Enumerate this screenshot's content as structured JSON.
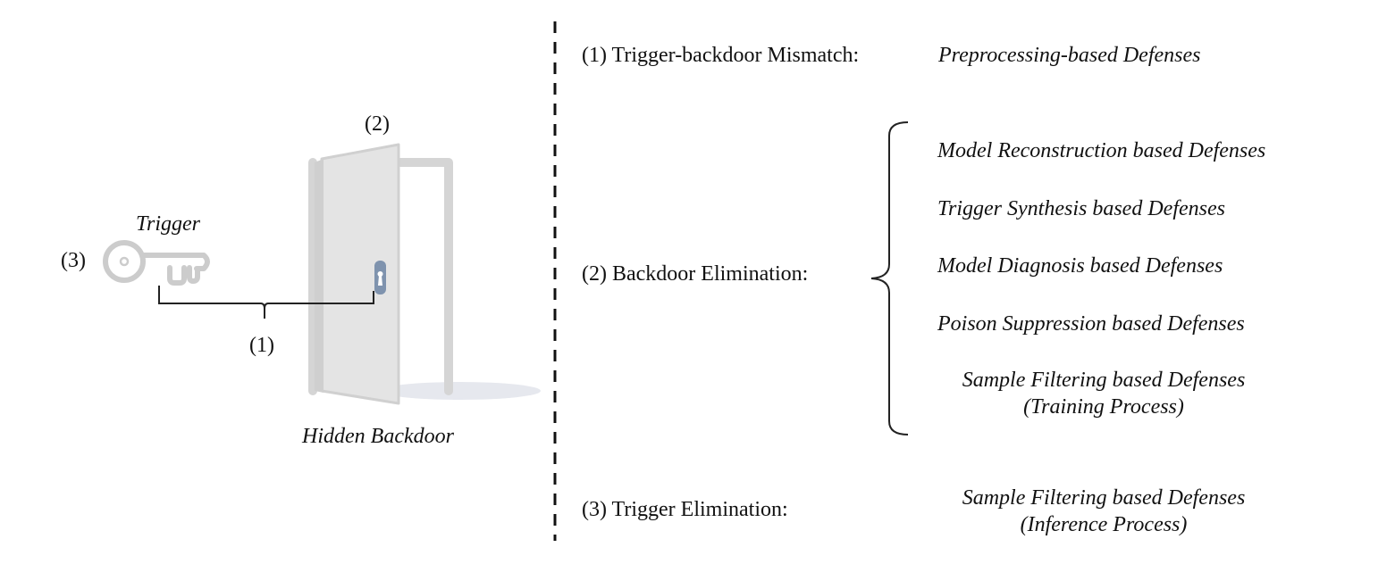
{
  "illustration": {
    "trigger_label": "Trigger",
    "backdoor_label": "Hidden Backdoor",
    "marker_1": "(1)",
    "marker_2": "(2)",
    "marker_3": "(3)",
    "key_icon": "key-icon",
    "door_icon": "open-door-icon"
  },
  "categories": [
    {
      "label": "(1) Trigger-backdoor Mismatch:",
      "defenses": [
        {
          "line1": "Preprocessing-based Defenses"
        }
      ]
    },
    {
      "label": "(2) Backdoor Elimination:",
      "defenses": [
        {
          "line1": "Model Reconstruction based Defenses"
        },
        {
          "line1": "Trigger Synthesis based Defenses"
        },
        {
          "line1": "Model Diagnosis based Defenses"
        },
        {
          "line1": "Poison Suppression based Defenses"
        },
        {
          "line1": "Sample Filtering based Defenses",
          "line2": "(Training Process)"
        }
      ]
    },
    {
      "label": "(3) Trigger Elimination:",
      "defenses": [
        {
          "line1": "Sample Filtering based Defenses",
          "line2": "(Inference Process)"
        }
      ]
    }
  ],
  "colors": {
    "illustration_gray": "#d9d9d9",
    "illustration_stroke": "#bfbfbf",
    "keyhole": "#7f93ae",
    "shadow": "#e6e8ee",
    "line": "#222222"
  }
}
